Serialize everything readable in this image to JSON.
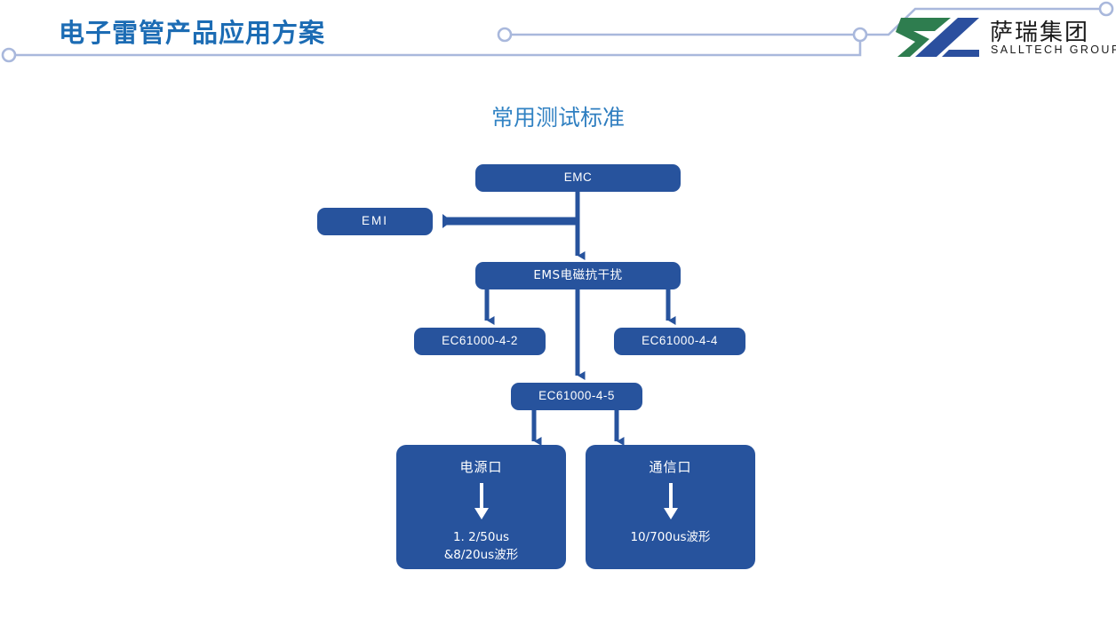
{
  "header": {
    "title": "电子雷管产品应用方案",
    "trace_color": "#a9b8dc",
    "title_color": "#1c6cb4"
  },
  "brand": {
    "name_cn": "萨瑞集团",
    "name_en": "SALLTECH GROUP",
    "mark_green": "#2e7d4f",
    "mark_blue": "#2b4f9e"
  },
  "slide": {
    "title": "常用测试标准",
    "title_color_start": "#5aa6d8",
    "title_color_end": "#1d5fa8"
  },
  "diagram": {
    "node_fill": "#27539d",
    "node_text": "#ffffff",
    "connector_color": "#27539d",
    "nodes": [
      {
        "id": "emc",
        "label": "EMC"
      },
      {
        "id": "emi",
        "label": "EMI"
      },
      {
        "id": "ems",
        "label": "EMS电磁抗干扰"
      },
      {
        "id": "iec442",
        "label": "EC61000-4-2"
      },
      {
        "id": "iec444",
        "label": "EC61000-4-4"
      },
      {
        "id": "iec445",
        "label": "EC61000-4-5"
      }
    ],
    "ports": [
      {
        "id": "power-port",
        "title": "电源口",
        "wave_line_1": "1. 2/50us",
        "wave_line_2": "&8/20us波形"
      },
      {
        "id": "comm-port",
        "title": "通信口",
        "wave_line_1": "10/700us波形",
        "wave_line_2": ""
      }
    ]
  }
}
